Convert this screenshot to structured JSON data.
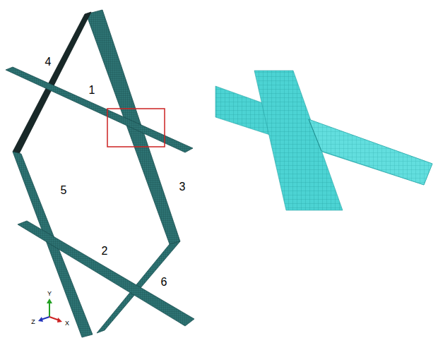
{
  "diagram": {
    "labels": [
      "4",
      "1",
      "5",
      "3",
      "2",
      "6",
      "Y",
      "Z",
      "X"
    ]
  }
}
